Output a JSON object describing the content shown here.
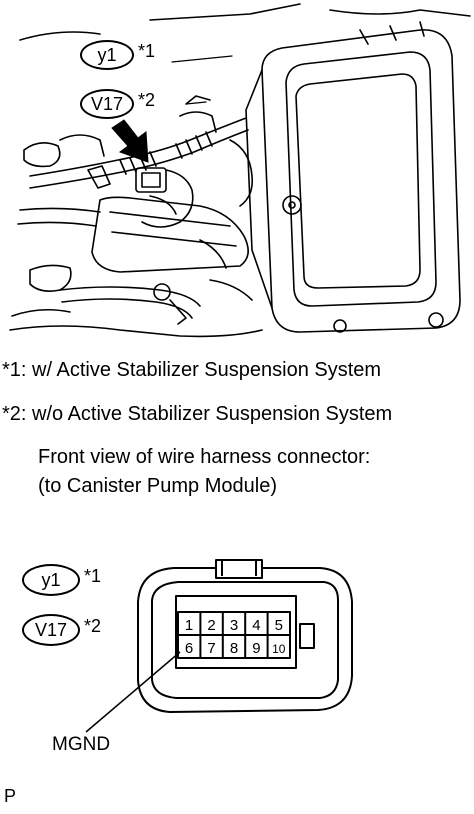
{
  "photo_markers": [
    {
      "code": "y1",
      "ref": "*1"
    },
    {
      "code": "V17",
      "ref": "*2"
    }
  ],
  "notes": [
    "*1: w/ Active Stabilizer Suspension System",
    "*2: w/o Active Stabilizer Suspension System"
  ],
  "caption": {
    "line1": "Front view of wire harness connector:",
    "line2": "(to Canister Pump Module)"
  },
  "connector_markers": [
    {
      "code": "y1",
      "ref": "*1"
    },
    {
      "code": "V17",
      "ref": "*2"
    }
  ],
  "pins": {
    "row1": [
      "1",
      "2",
      "3",
      "4",
      "5"
    ],
    "row2": [
      "6",
      "7",
      "8",
      "9",
      "10"
    ]
  },
  "pin_callout": "MGND",
  "footer_letter": "P"
}
